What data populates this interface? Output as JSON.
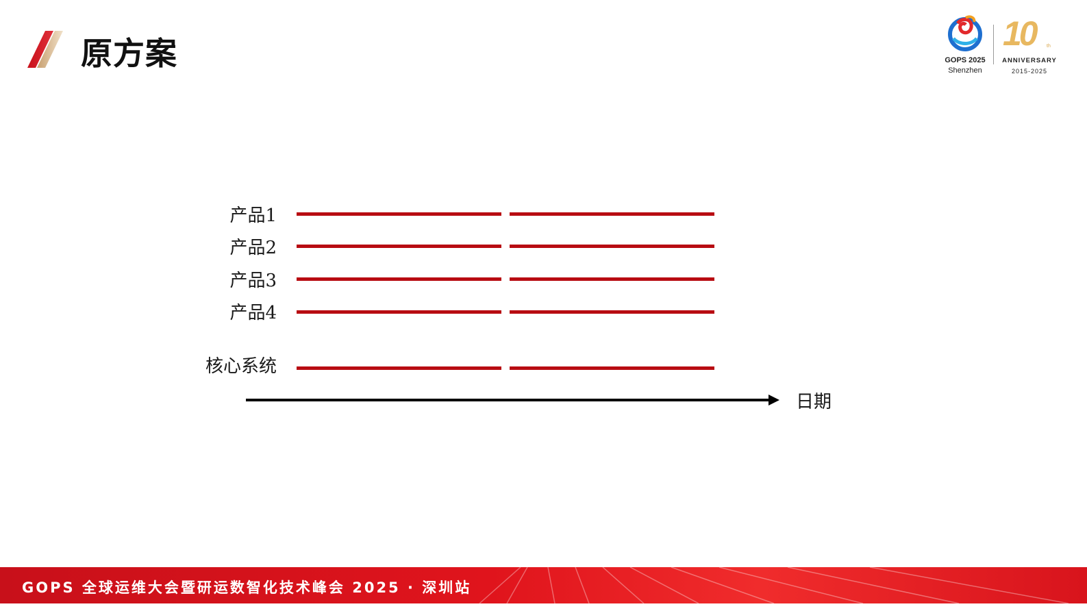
{
  "header": {
    "title": "原方案",
    "logo_gops_line1": "GOPS 2025",
    "logo_gops_line2": "Shenzhen",
    "logo_anniversary_number": "10",
    "logo_anniversary_suffix": "th",
    "logo_anniversary_word": "ANNIVERSARY",
    "logo_anniversary_years": "2015-2025"
  },
  "diagram": {
    "rows": [
      {
        "label": "产品1"
      },
      {
        "label": "产品2"
      },
      {
        "label": "产品3"
      },
      {
        "label": "产品4"
      },
      {
        "label": "核心系统"
      }
    ],
    "axis_label": "日期",
    "bar_color": "#b80c12"
  },
  "footer": {
    "text": "GOPS 全球运维大会暨研运数智化技术峰会 2025 · 深圳站",
    "color": "#e0141c"
  }
}
